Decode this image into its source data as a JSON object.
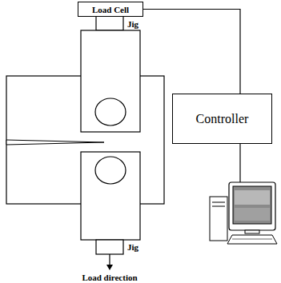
{
  "diagram": {
    "nodes": [
      {
        "text": [
          "Load Cell"
        ]
      },
      {
        "text": [
          "Controller"
        ]
      }
    ],
    "edges": [
      {
        "from": 0,
        "to": 1,
        "arrow": "none"
      }
    ],
    "labels": [
      "Jig",
      "Jig",
      "Load direction"
    ]
  }
}
